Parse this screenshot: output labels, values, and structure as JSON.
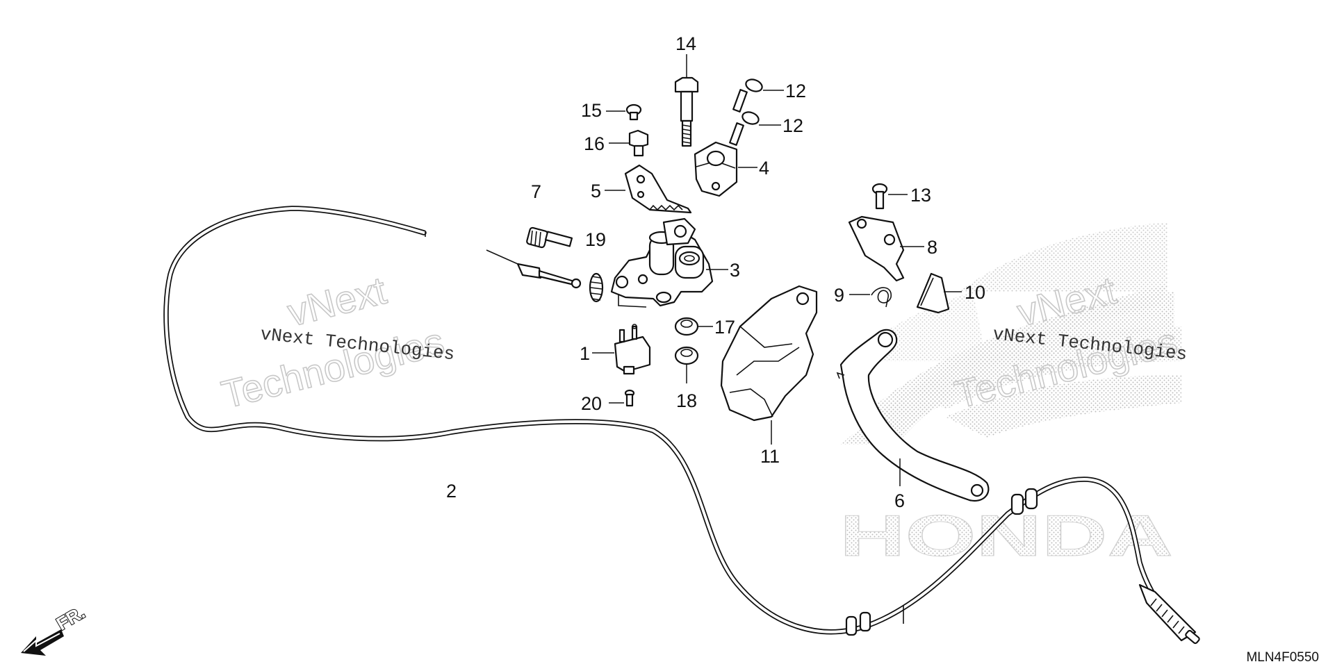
{
  "diagram_code": "MLN4F0550",
  "front_marker": "FR.",
  "watermarks": [
    {
      "line1": "vNext Technologies",
      "outline1": "vNext",
      "outline2": "Technologies"
    },
    {
      "line1": "vNext Technologies",
      "outline1": "vNext",
      "outline2": "Technologies"
    }
  ],
  "brand_watermark": "HONDA",
  "callouts": [
    "1",
    "2",
    "3",
    "4",
    "5",
    "6",
    "7",
    "8",
    "9",
    "10",
    "11",
    "12",
    "12",
    "13",
    "14",
    "15",
    "16",
    "17",
    "18",
    "19",
    "20"
  ]
}
